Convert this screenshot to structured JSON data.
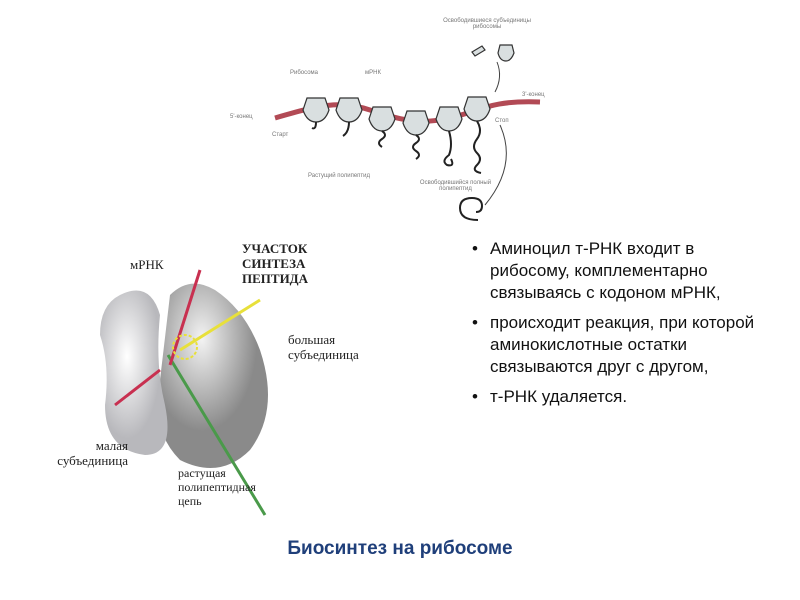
{
  "top_diagram": {
    "released_subunits": "Освободившиеся субъединицы рибосомы",
    "ribosome": "Рибосома",
    "mrna": "мРНК",
    "five_end": "5'-конец",
    "three_end": "3'-конец",
    "start": "Старт",
    "stop": "Стоп",
    "growing_polypeptide": "Растущий полипептид",
    "released_polypeptide": "Освободившийся полный полипептид"
  },
  "bottom_diagram": {
    "mrna": "мРНК",
    "site": "УЧАСТОК СИНТЕЗА ПЕПТИДА",
    "large_subunit": "большая субъединица",
    "small_subunit": "малая субъединица",
    "growing_chain": "растущая полипептидная цепь"
  },
  "bullets": [
    "Аминоцил т-РНК входит в рибосому, комплементарно связываясь с кодоном мРНК,",
    "происходит реакция, при которой аминокислотные остатки связываются друг с другом,",
    "т-РНК удаляется."
  ],
  "title": "Биосинтез на рибосоме"
}
